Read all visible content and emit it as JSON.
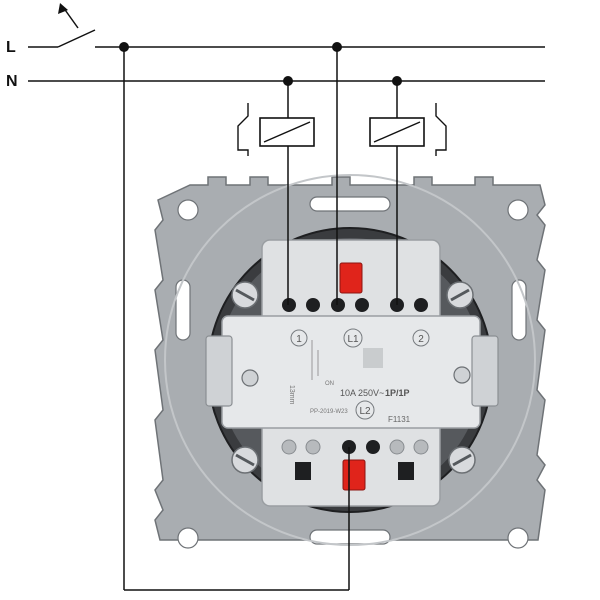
{
  "diagram": {
    "lines": [
      {
        "name": "L"
      },
      {
        "name": "N"
      }
    ],
    "device": {
      "terminals": [
        "1",
        "L1",
        "2",
        "L2"
      ],
      "rating": "10A 250V~",
      "poles": "1P/1P",
      "model": "F1131",
      "code": "PP-2019-W23",
      "dimension": "13mm",
      "switch_state": "ON"
    },
    "colors": {
      "wire": "#111111",
      "plate": "#a9adb1",
      "mechanism": "#e6e8ea",
      "release_tab": "#e0241b"
    }
  }
}
